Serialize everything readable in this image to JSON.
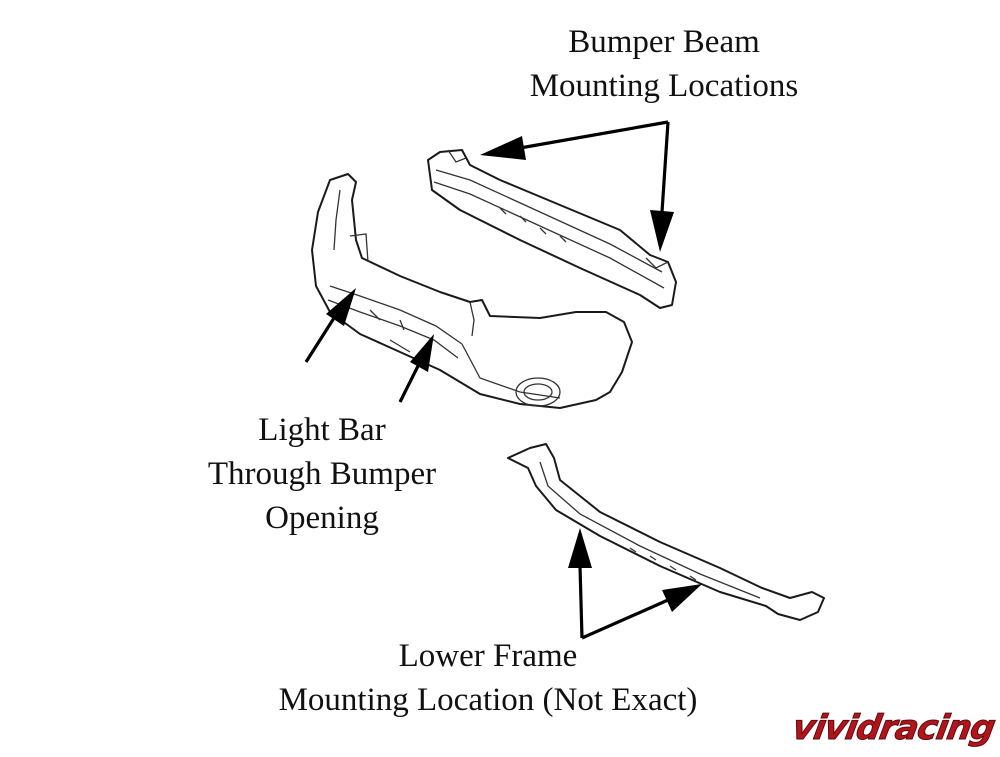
{
  "labels": {
    "bumper_beam": [
      "Bumper Beam",
      "Mounting Locations"
    ],
    "light_bar": [
      "Light Bar",
      "Through Bumper",
      "Opening"
    ],
    "lower_frame": [
      "Lower Frame",
      "Mounting Location (Not Exact)"
    ]
  },
  "watermark": {
    "text": "vividracing",
    "color": "#b3141b"
  },
  "colors": {
    "line": "#1a1a1a",
    "arrow": "#000000",
    "background": "#ffffff"
  }
}
